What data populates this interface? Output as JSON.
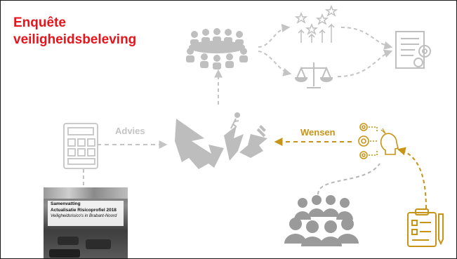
{
  "slide": {
    "title_line1": "Enquête",
    "title_line2": "veiligheidsbeleving",
    "label_advies": "Advies",
    "label_wensen": "Wensen"
  },
  "report_cover": {
    "line1": "Samenvatting",
    "line2": "Actualisatie Risicoprofiel 2018",
    "line3": "Veiligheidsrisico's in Brabant-Noord"
  },
  "colors": {
    "title": "#e8141c",
    "gray_icon": "#bfbfbf",
    "gray_arrow": "#c4c4c4",
    "gold": "#c79416",
    "dark_gray": "#9a9a9a"
  },
  "icons": [
    "meeting-table-icon",
    "rating-stars-icon",
    "balance-scale-icon",
    "document-gear-icon",
    "calculator-icon",
    "impact-crash-icon",
    "running-person-icon",
    "brain-target-icon",
    "audience-icon",
    "clipboard-icon"
  ]
}
